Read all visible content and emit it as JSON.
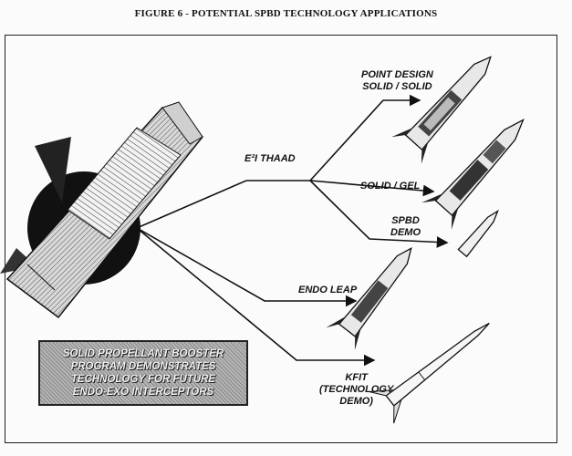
{
  "figure_title": "FIGURE 6 - POTENTIAL SPBD TECHNOLOGY APPLICATIONS",
  "branch_label": "E²I THAAD",
  "applications": [
    {
      "id": "point-design",
      "lines": [
        "POINT DESIGN",
        "SOLID / SOLID"
      ]
    },
    {
      "id": "solid-gel",
      "lines": [
        "SOLID / GEL"
      ]
    },
    {
      "id": "spbd-demo",
      "lines": [
        "SPBD",
        "DEMO"
      ]
    },
    {
      "id": "endo-leap",
      "lines": [
        "ENDO LEAP"
      ]
    },
    {
      "id": "kfit",
      "lines": [
        "KFIT",
        "(TECHNOLOGY",
        "DEMO)"
      ]
    }
  ],
  "caption": [
    "SOLID PROPELLANT BOOSTER",
    "PROGRAM DEMONSTRATES",
    "TECHNOLOGY FOR  FUTURE",
    "ENDO-EXO INTERCEPTORS"
  ],
  "colors": {
    "ink": "#111111",
    "paper": "#fbfbfb",
    "caption_fill": "#9a9a9a"
  }
}
